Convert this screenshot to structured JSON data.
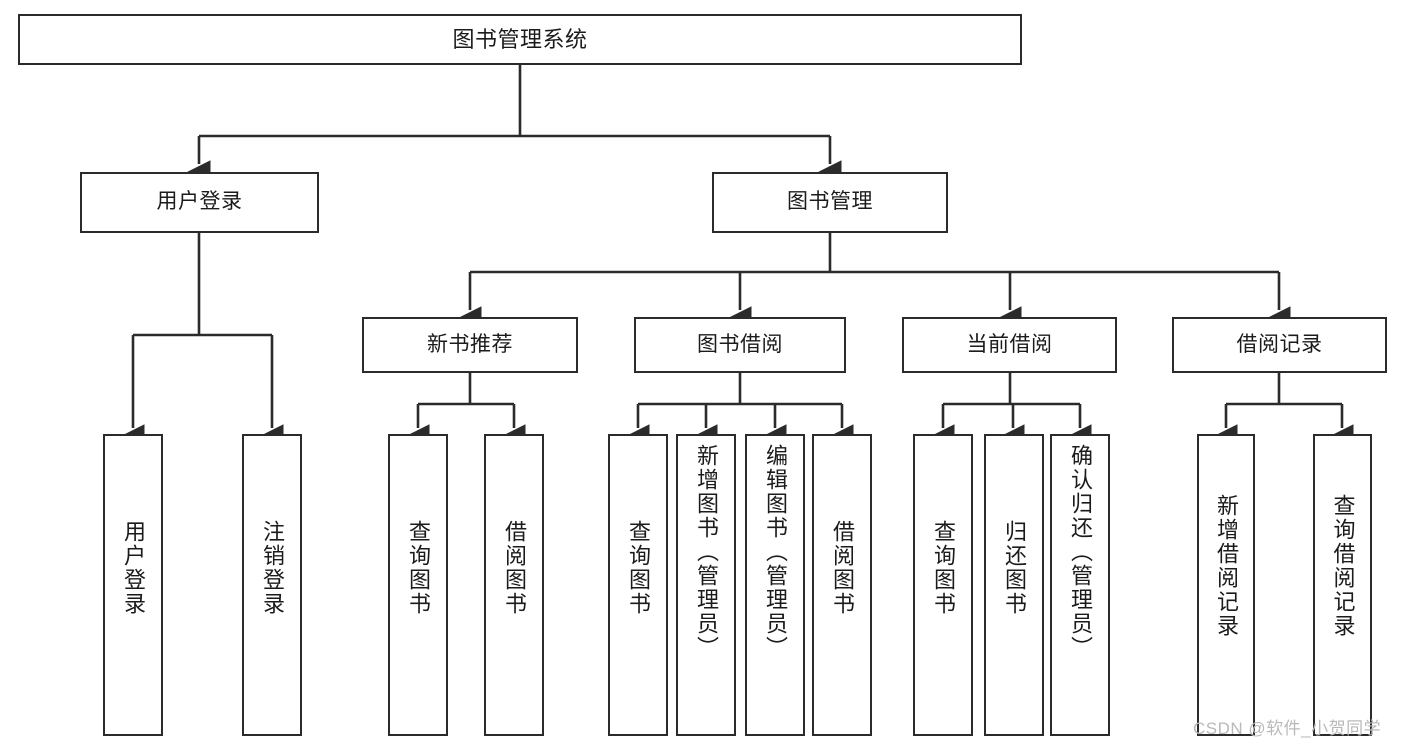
{
  "diagram": {
    "title": "图书管理系统",
    "type": "tree-hierarchy",
    "stroke_color": "#2b2b2b",
    "background_color": "#ffffff",
    "text_color": "#1b1b1b",
    "nodes": {
      "root": {
        "label": "图书管理系统",
        "level": 0
      },
      "l1_user_login": {
        "label": "用户登录",
        "level": 1
      },
      "l1_book_mgmt": {
        "label": "图书管理",
        "level": 1
      },
      "l2_new_book_rec": {
        "label": "新书推荐",
        "level": 2
      },
      "l2_book_borrow": {
        "label": "图书借阅",
        "level": 2
      },
      "l2_current_borrow": {
        "label": "当前借阅",
        "level": 2
      },
      "l2_borrow_record": {
        "label": "借阅记录",
        "level": 2
      },
      "l3_user_login": {
        "label": "用户登录",
        "level": 3
      },
      "l3_logout_login": {
        "label": "注销登录",
        "level": 3
      },
      "l3_query_book_a": {
        "label": "查询图书",
        "level": 3
      },
      "l3_borrow_book_a": {
        "label": "借阅图书",
        "level": 3
      },
      "l3_query_book_b": {
        "label": "查询图书",
        "level": 3
      },
      "l3_add_book": {
        "label": "新增图书（管理员）",
        "level": 3
      },
      "l3_edit_book": {
        "label": "编辑图书（管理员）",
        "level": 3
      },
      "l3_borrow_book_b": {
        "label": "借阅图书",
        "level": 3
      },
      "l3_query_book_c": {
        "label": "查询图书",
        "level": 3
      },
      "l3_return_book": {
        "label": "归还图书",
        "level": 3
      },
      "l3_confirm_return": {
        "label": "确认归还（管理员）",
        "level": 3
      },
      "l3_add_record": {
        "label": "新增借阅记录",
        "level": 3
      },
      "l3_query_record": {
        "label": "查询借阅记录",
        "level": 3
      }
    },
    "edges": [
      {
        "from": "root",
        "to": "l1_user_login"
      },
      {
        "from": "root",
        "to": "l1_book_mgmt"
      },
      {
        "from": "l1_user_login",
        "to": "l3_user_login"
      },
      {
        "from": "l1_user_login",
        "to": "l3_logout_login"
      },
      {
        "from": "l1_book_mgmt",
        "to": "l2_new_book_rec"
      },
      {
        "from": "l1_book_mgmt",
        "to": "l2_book_borrow"
      },
      {
        "from": "l1_book_mgmt",
        "to": "l2_current_borrow"
      },
      {
        "from": "l1_book_mgmt",
        "to": "l2_borrow_record"
      },
      {
        "from": "l2_new_book_rec",
        "to": "l3_query_book_a"
      },
      {
        "from": "l2_new_book_rec",
        "to": "l3_borrow_book_a"
      },
      {
        "from": "l2_book_borrow",
        "to": "l3_query_book_b"
      },
      {
        "from": "l2_book_borrow",
        "to": "l3_add_book"
      },
      {
        "from": "l2_book_borrow",
        "to": "l3_edit_book"
      },
      {
        "from": "l2_book_borrow",
        "to": "l3_borrow_book_b"
      },
      {
        "from": "l2_current_borrow",
        "to": "l3_query_book_c"
      },
      {
        "from": "l2_current_borrow",
        "to": "l3_return_book"
      },
      {
        "from": "l2_current_borrow",
        "to": "l3_confirm_return"
      },
      {
        "from": "l2_borrow_record",
        "to": "l3_add_record"
      },
      {
        "from": "l2_borrow_record",
        "to": "l3_query_record"
      }
    ]
  },
  "watermark": {
    "text": "CSDN @软件_小贺同学",
    "color": "#b9b9b9"
  }
}
